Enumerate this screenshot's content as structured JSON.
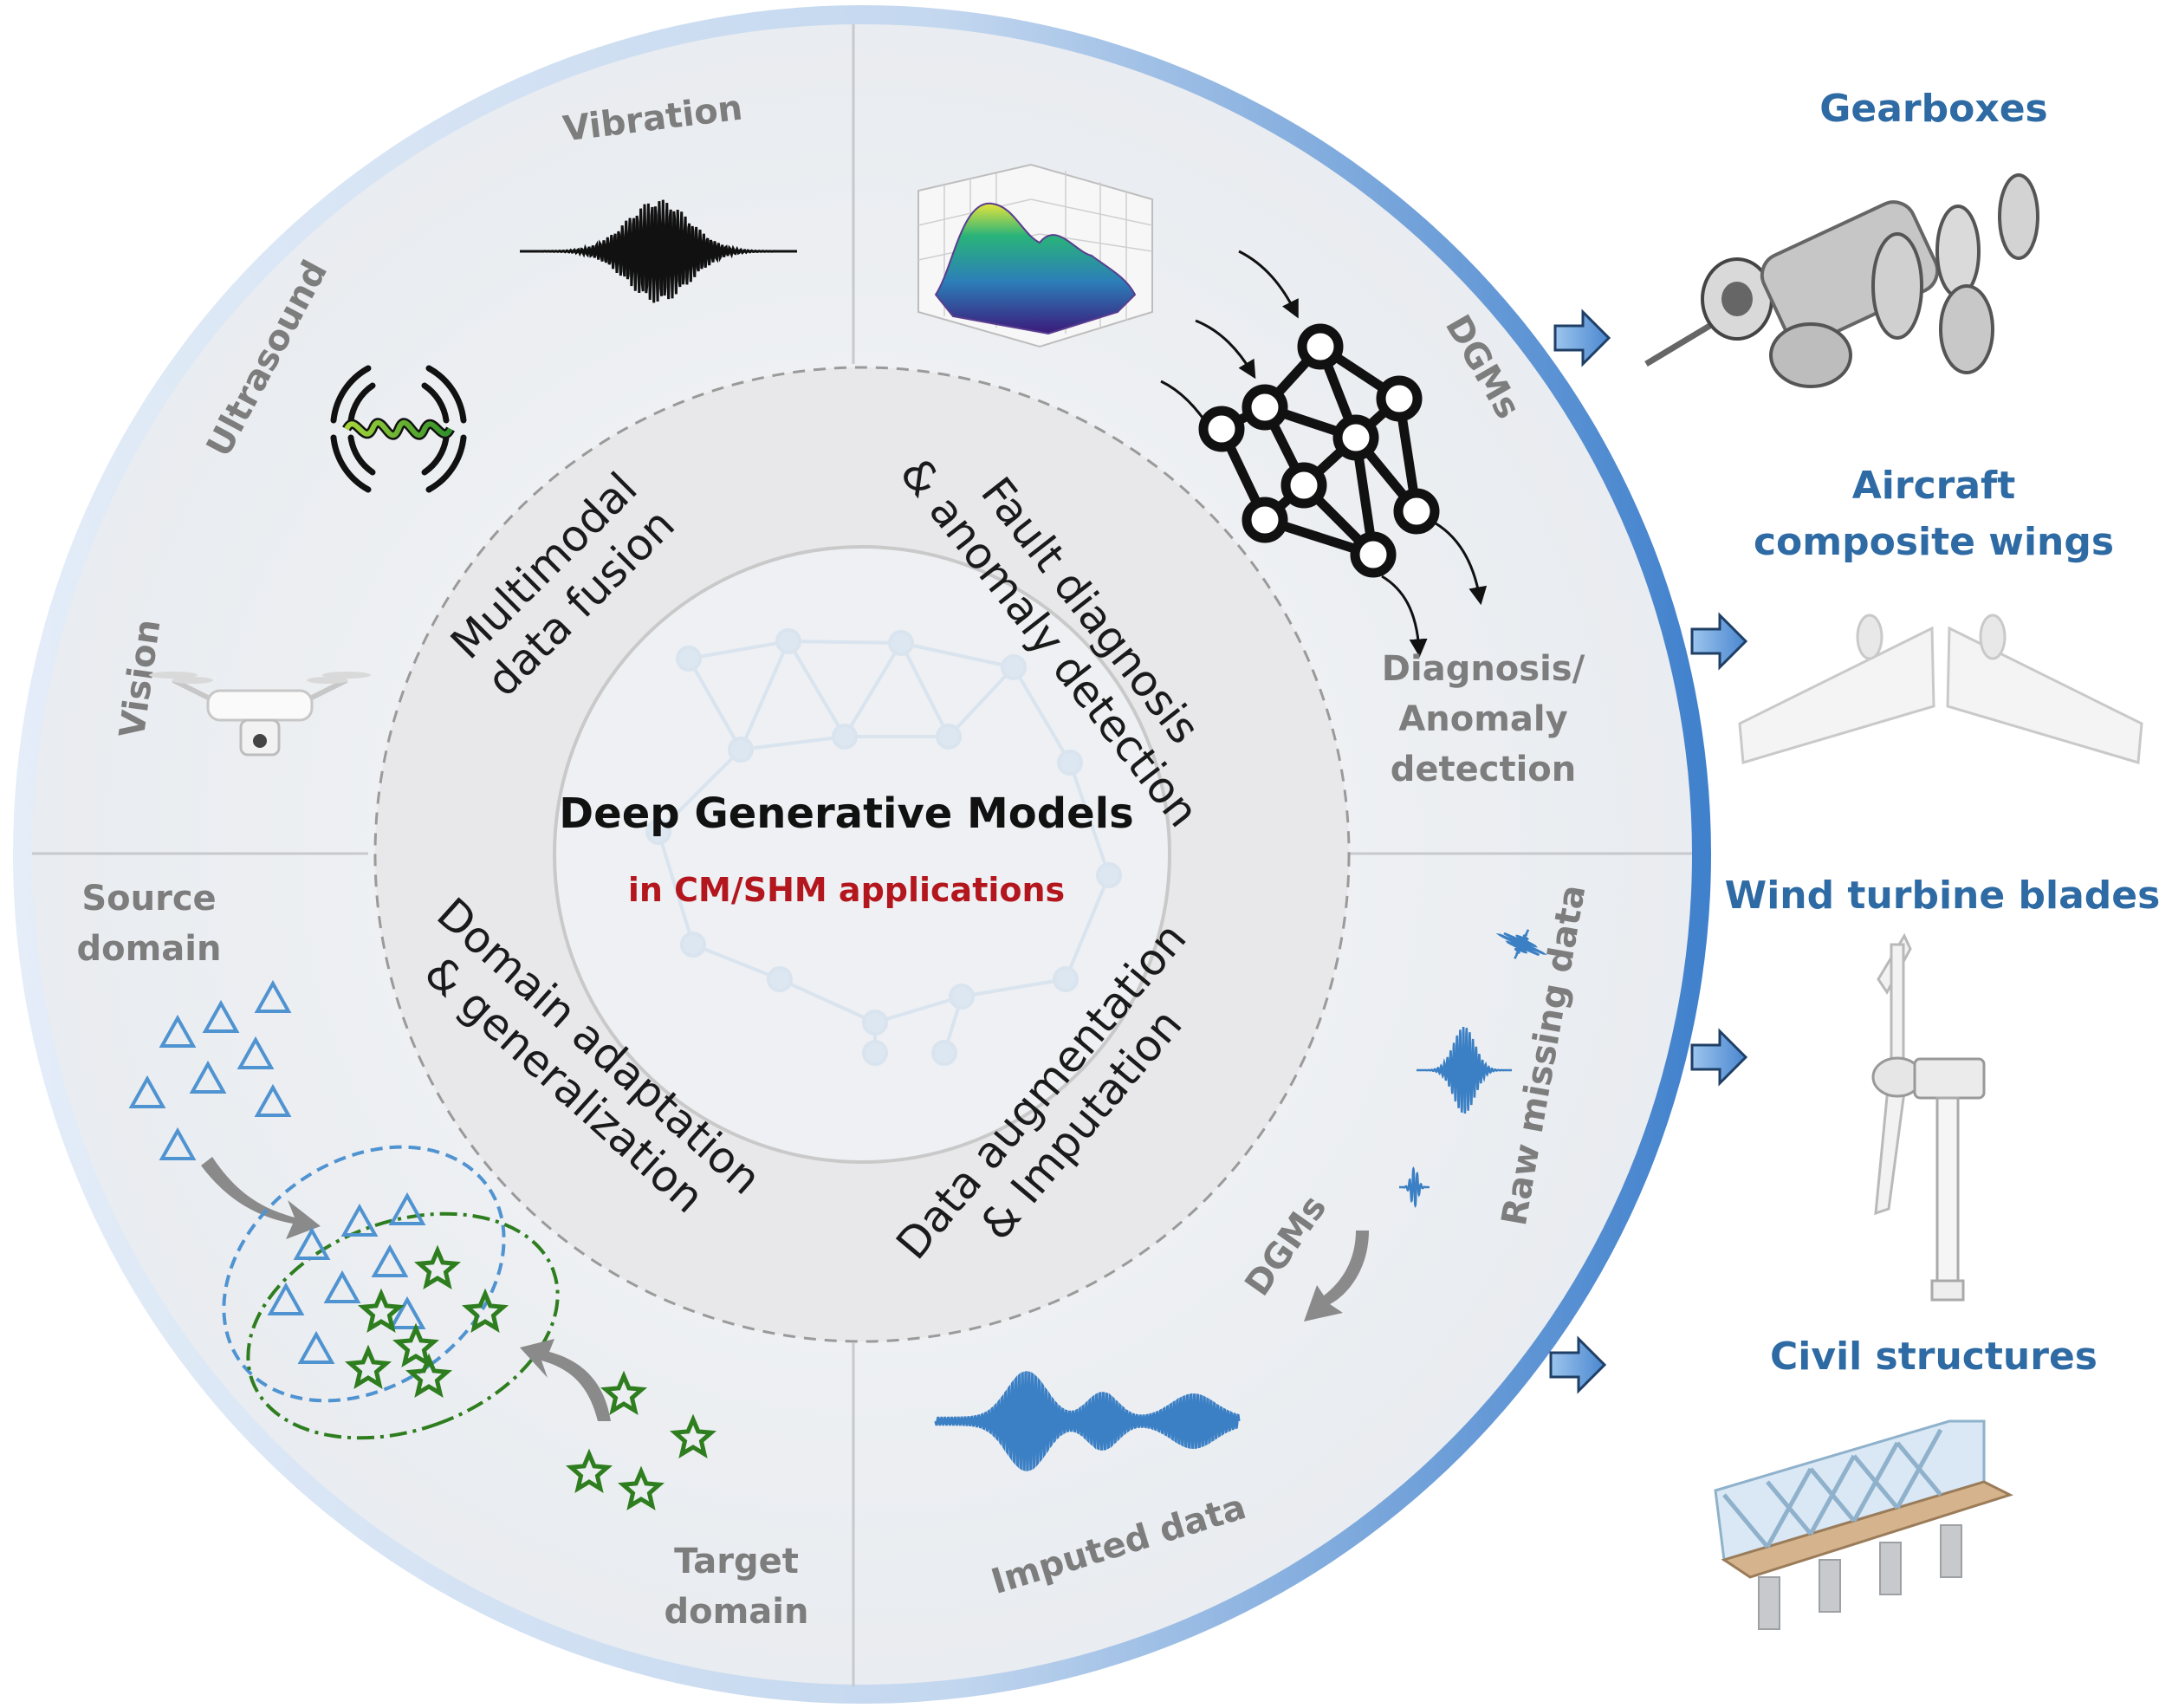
{
  "center": {
    "title": "Deep Generative Models",
    "subtitle": "in CM/SHM applications"
  },
  "middle_ring": {
    "top_left": [
      "Multimodal",
      "data fusion"
    ],
    "top_right": [
      "Fault diagnosis",
      "& anomaly detection"
    ],
    "bottom_left": [
      "Domain adaptation",
      "& generalization"
    ],
    "bottom_right": [
      "Data augmentation",
      "& Imputation"
    ]
  },
  "quadrant_top_left": {
    "vibration": "Vibration",
    "ultrasound": "Ultrasound",
    "vision": "Vision"
  },
  "quadrant_top_right": {
    "dgms": "DGMs",
    "output": [
      "Diagnosis/",
      "Anomaly",
      "detection"
    ]
  },
  "quadrant_bottom_left": {
    "source": [
      "Source",
      "domain"
    ],
    "target": [
      "Target",
      "domain"
    ]
  },
  "quadrant_bottom_right": {
    "raw": "Raw missing data",
    "dgms": "DGMs",
    "imputed": "Imputed data"
  },
  "applications": [
    {
      "title": [
        "Gearboxes"
      ],
      "icon": "gearbox-icon"
    },
    {
      "title": [
        "Aircraft",
        "composite wings"
      ],
      "icon": "aircraft-wing-icon"
    },
    {
      "title": [
        "Wind turbine blades"
      ],
      "icon": "wind-turbine-icon"
    },
    {
      "title": [
        "Civil structures"
      ],
      "icon": "bridge-icon"
    }
  ],
  "colors": {
    "title_blue": "#2e6aa3",
    "subtitle_red": "#b3171d",
    "ring_blue": "#4a86cf",
    "domain_blue": "#4f93d1",
    "domain_green": "#2e7d1e"
  }
}
